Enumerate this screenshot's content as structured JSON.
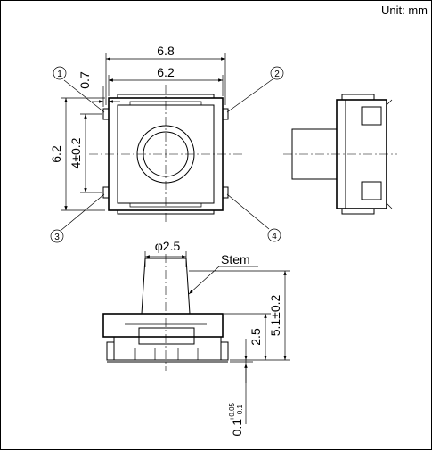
{
  "unit_label": "Unit: mm",
  "top_view": {
    "dim_width_outer": "6.8",
    "dim_width_inner": "6.2",
    "dim_terminal": "0.7",
    "dim_height": "6.2",
    "dim_pitch": "4±0.2",
    "terminals": [
      "1",
      "2",
      "3",
      "4"
    ]
  },
  "front_view": {
    "dim_stem_diameter": "φ2.5",
    "stem_label": "Stem",
    "dim_total_height": "5.1±0.2",
    "dim_body_height": "2.5",
    "dim_terminal_offset": "0.1",
    "dim_terminal_tol_plus": "+0.05",
    "dim_terminal_tol_minus": "−0.1"
  }
}
